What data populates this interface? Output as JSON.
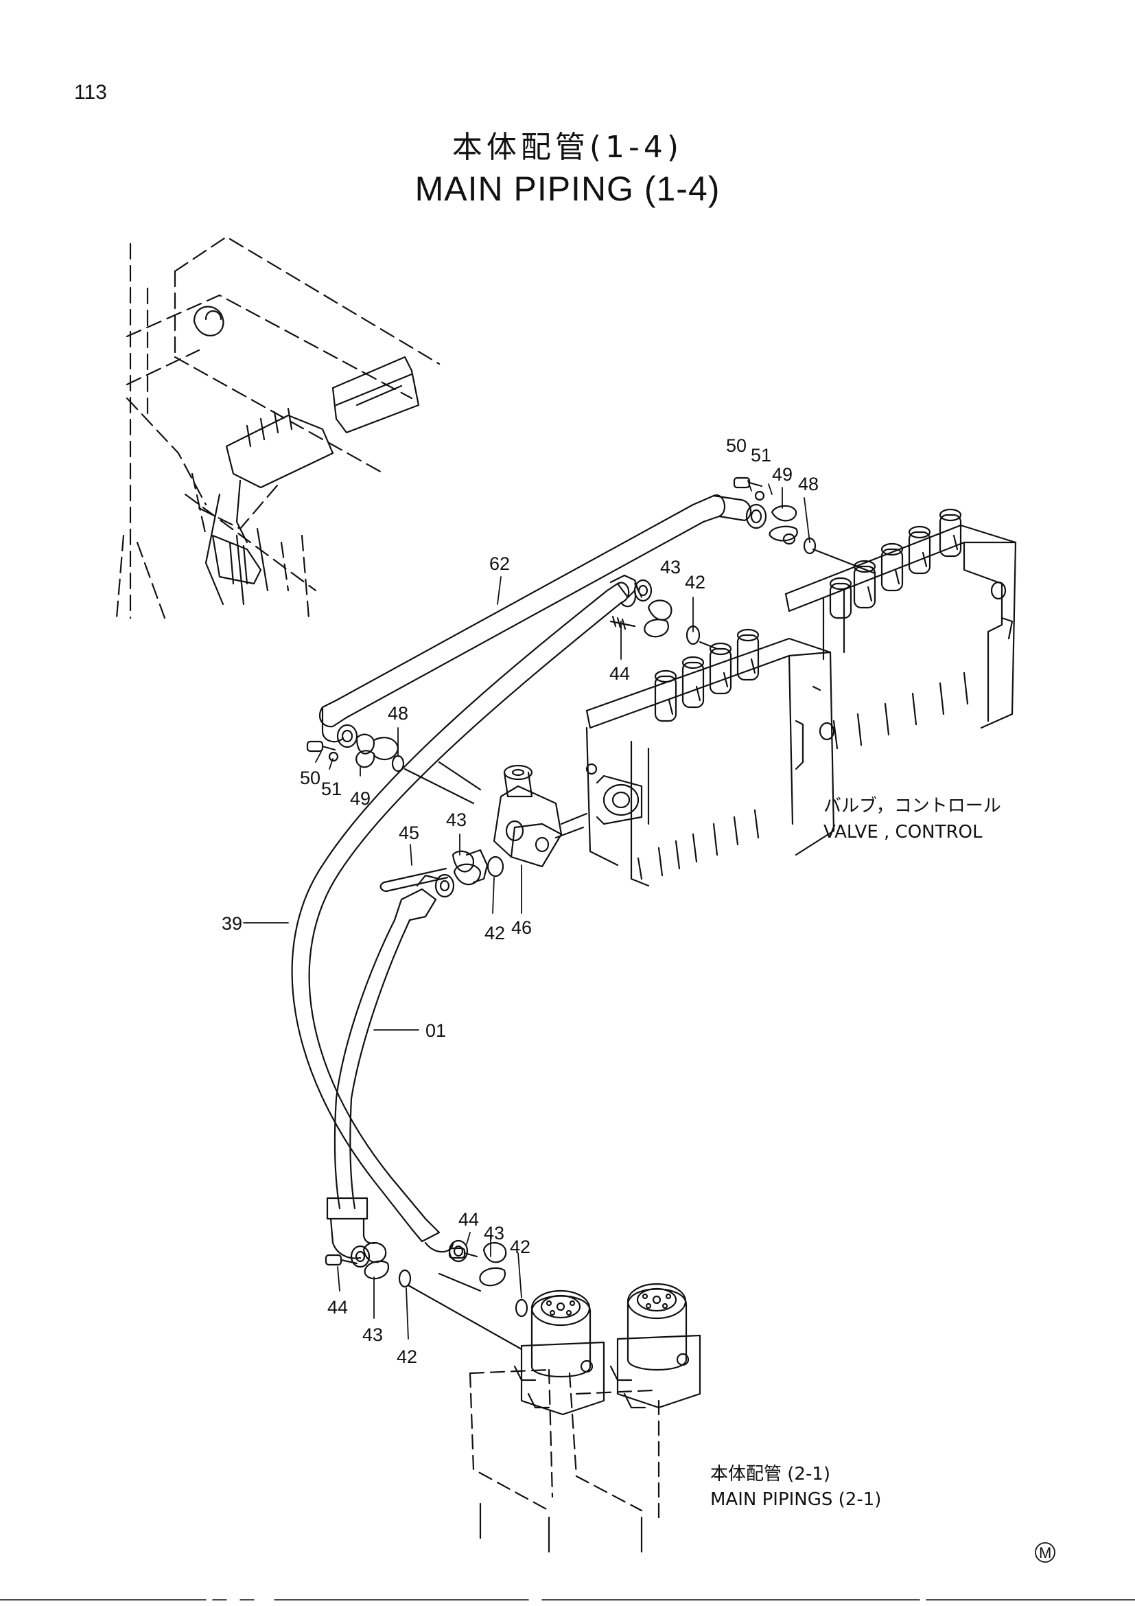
{
  "page": {
    "number": "113",
    "title_jp": "本体配管(1-4)",
    "title_en": "MAIN   PIPING (1-4)"
  },
  "callouts": [
    {
      "id": "c50a",
      "text": "50"
    },
    {
      "id": "c51a",
      "text": "51"
    },
    {
      "id": "c49a",
      "text": "49"
    },
    {
      "id": "c48a",
      "text": "48"
    },
    {
      "id": "c62",
      "text": "62"
    },
    {
      "id": "c43a",
      "text": "43"
    },
    {
      "id": "c42a",
      "text": "42"
    },
    {
      "id": "c44a",
      "text": "44"
    },
    {
      "id": "c48b",
      "text": "48"
    },
    {
      "id": "c50b",
      "text": "50"
    },
    {
      "id": "c51b",
      "text": "51"
    },
    {
      "id": "c49b",
      "text": "49"
    },
    {
      "id": "c45",
      "text": "45"
    },
    {
      "id": "c43b",
      "text": "43"
    },
    {
      "id": "c42b",
      "text": "42"
    },
    {
      "id": "c46",
      "text": "46"
    },
    {
      "id": "c39",
      "text": "39"
    },
    {
      "id": "c01",
      "text": "01"
    },
    {
      "id": "c44b",
      "text": "44"
    },
    {
      "id": "c43c",
      "text": "43"
    },
    {
      "id": "c42c",
      "text": "42"
    },
    {
      "id": "c44c",
      "text": "44"
    },
    {
      "id": "c43d",
      "text": "43"
    },
    {
      "id": "c42d",
      "text": "42"
    }
  ],
  "captions": {
    "valve_jp": "バルブ，コントロール",
    "valve_en": "VALVE , CONTROL",
    "pipings_jp": "本体配管 (2-1)",
    "pipings_en": "MAIN  PIPINGS (2-1)"
  },
  "corner_mark": "M"
}
